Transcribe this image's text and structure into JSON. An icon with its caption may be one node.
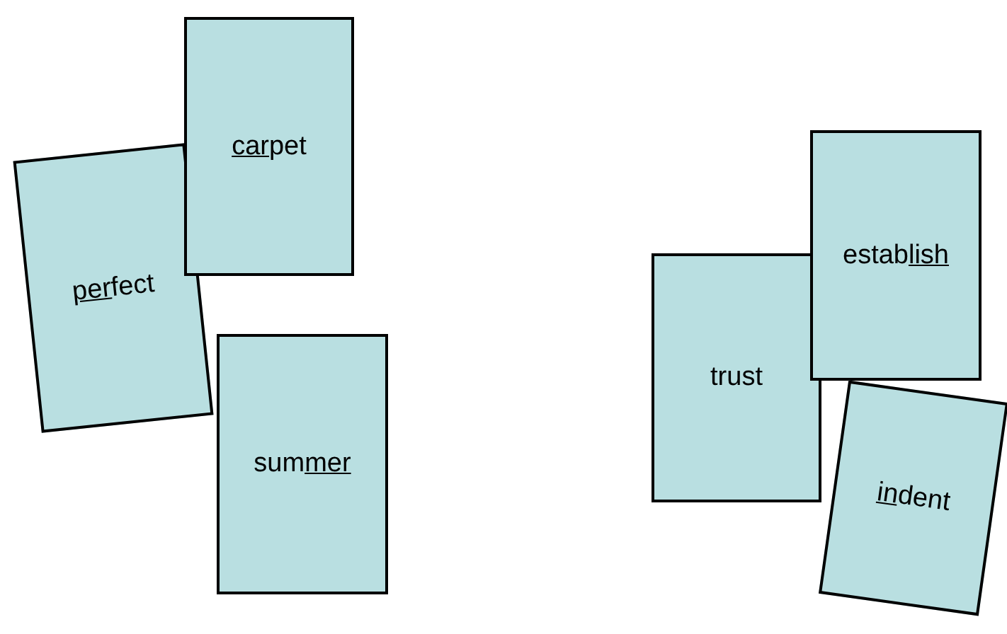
{
  "diagram": {
    "nodes": [
      {
        "text": [
          "perfect"
        ]
      },
      {
        "text": [
          "carpet"
        ]
      },
      {
        "text": [
          "summer"
        ]
      },
      {
        "text": [
          "trust"
        ]
      },
      {
        "text": [
          "establish"
        ]
      },
      {
        "text": [
          "indent"
        ]
      }
    ]
  }
}
